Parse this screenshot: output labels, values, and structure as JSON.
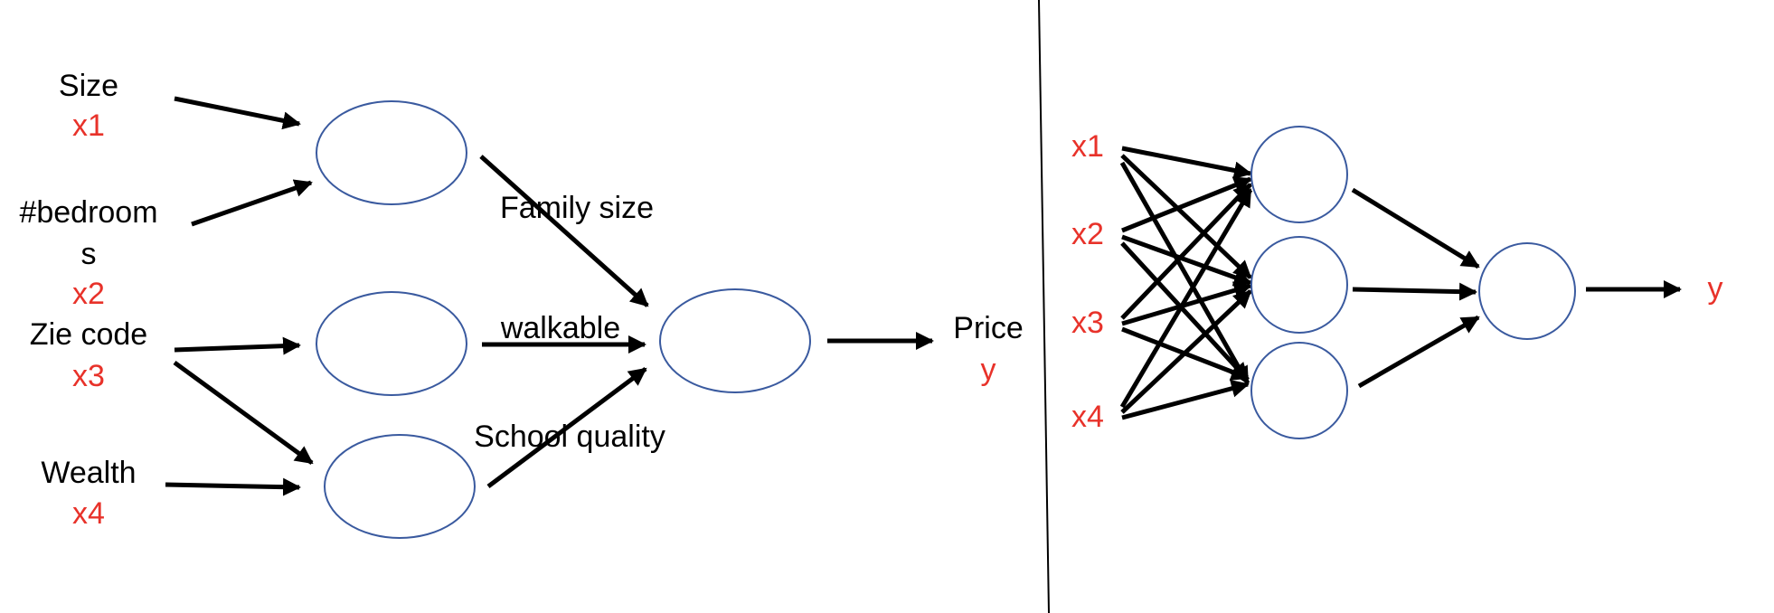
{
  "left_network": {
    "inputs": [
      {
        "name": "Size",
        "var": "x1"
      },
      {
        "name_line1": "#bedroom",
        "name_line2": "s",
        "var": "x2"
      },
      {
        "name": "Zie code",
        "var": "x3"
      },
      {
        "name": "Wealth",
        "var": "x4"
      }
    ],
    "hidden_labels": {
      "family": "Family size",
      "walkable": "walkable",
      "school": "School quality"
    },
    "output": {
      "name": "Price",
      "var": "y"
    }
  },
  "right_network": {
    "inputs": [
      "x1",
      "x2",
      "x3",
      "x4"
    ],
    "output": "y"
  },
  "colors": {
    "variable": "#e8322a",
    "node_stroke": "#3a5a9f",
    "arrow": "#000000"
  }
}
